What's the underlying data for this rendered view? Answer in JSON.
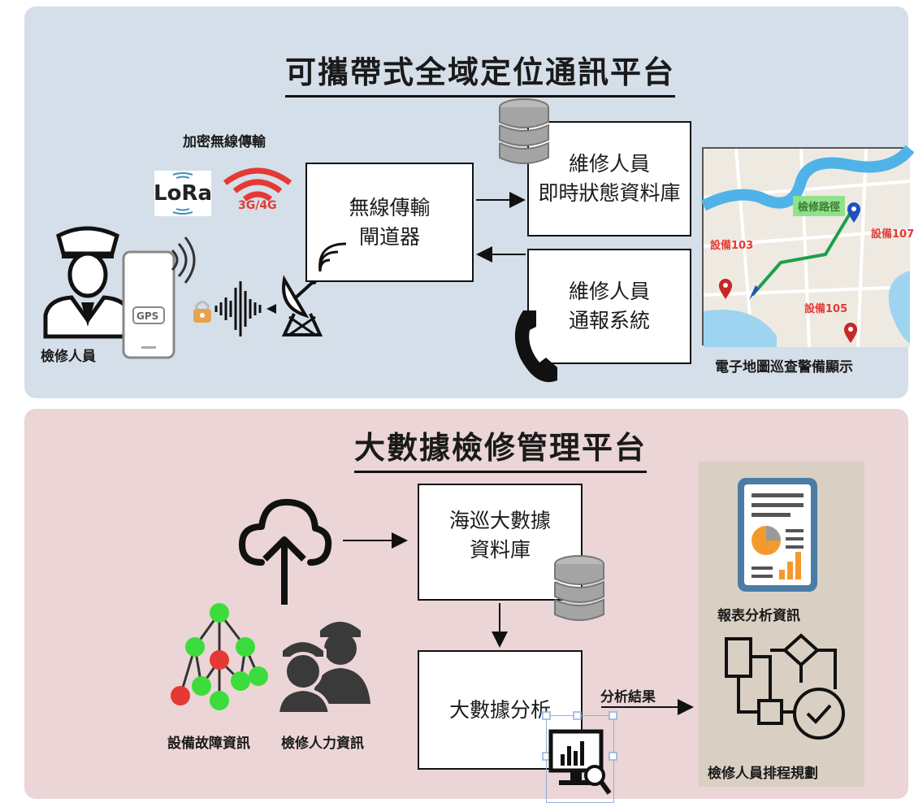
{
  "top": {
    "title": "可攜帶式全域定位通訊平台",
    "encrypted_label": "加密無線傳輸",
    "lora_label": "LoRa",
    "cellular_label": "3G/4G",
    "gps_label": "GPS",
    "inspector_label": "檢修人員",
    "gateway_box": {
      "line1": "無線傳輸",
      "line2": "閘道器"
    },
    "status_db_box": {
      "line1": "維修人員",
      "line2": "即時狀態資料庫"
    },
    "report_system_box": {
      "line1": "維修人員",
      "line2": "通報系統"
    },
    "map": {
      "caption": "電子地圖巡查警備顯示",
      "label_103": "設備103",
      "label_107": "設備107",
      "label_105": "設備105",
      "route_label": "檢修路徑"
    }
  },
  "bottom": {
    "title": "大數據檢修管理平台",
    "bigdata_db_box": {
      "line1": "海巡大數據",
      "line2": "資料庫"
    },
    "analysis_box": {
      "line1": "大數據分析"
    },
    "fault_info_label": "設備故障資訊",
    "manpower_label": "檢修人力資訊",
    "result_label": "分析結果",
    "report_label": "報表分析資訊",
    "schedule_label": "檢修人員排程規劃"
  },
  "colors": {
    "top_panel": "#d4dfe9",
    "bottom_panel": "#ebd5d6",
    "report_panel": "#d9d0c3",
    "node_green": "#3ddc3d",
    "node_red": "#e53935",
    "signal_red": "#e53935",
    "chart_orange": "#f39a2e",
    "doc_blue": "#4a7ca6"
  }
}
